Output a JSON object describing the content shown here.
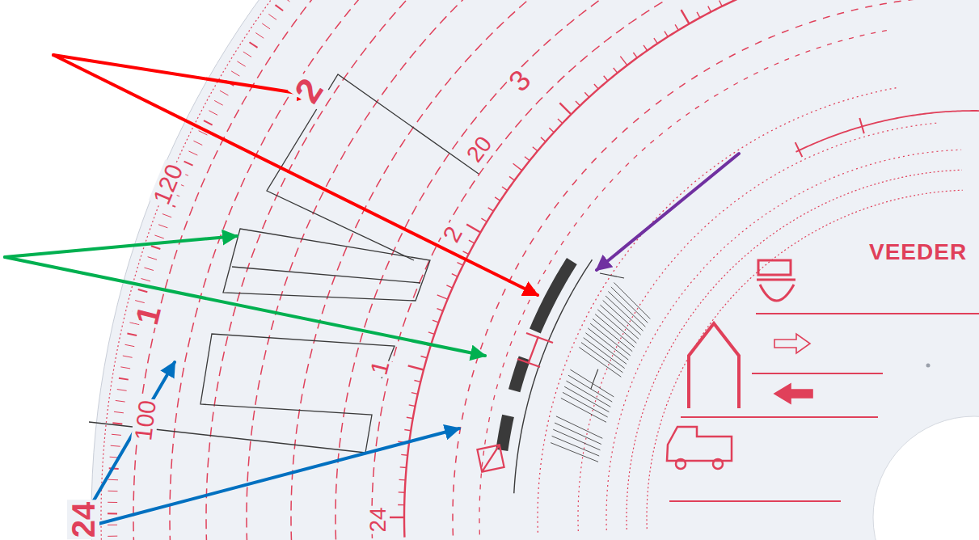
{
  "diagram": {
    "labels": [
      "2",
      "120",
      "1",
      "100",
      "24",
      "20",
      "3",
      "2",
      "1",
      "24",
      "VEEDER"
    ]
  }
}
